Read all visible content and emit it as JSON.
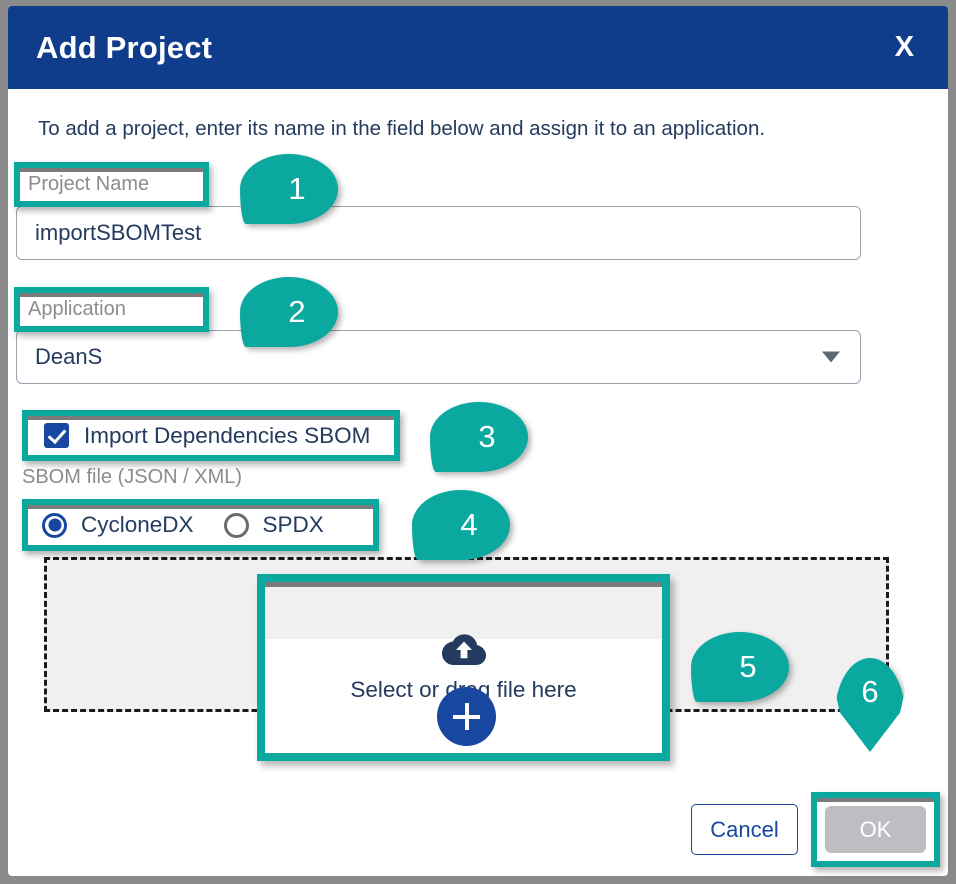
{
  "dialog": {
    "title": "Add Project",
    "close_label": "X",
    "intro": "To add a project, enter its name in the field below and assign it to an application."
  },
  "fields": {
    "project_name": {
      "label": "Project Name",
      "value": "importSBOMTest",
      "placeholder": ""
    },
    "application": {
      "label": "Application",
      "value": "DeanS",
      "options": [
        "DeanS"
      ],
      "arrow_icon": "chevron-down-icon"
    },
    "import_dependencies": {
      "label": "Import Dependencies SBOM",
      "checked": true
    },
    "sbom_file": {
      "label": "SBOM file (JSON / XML)",
      "options": [
        {
          "label": "CycloneDX",
          "selected": true
        },
        {
          "label": "SPDX",
          "selected": false
        }
      ]
    },
    "dropzone": {
      "icon": "cloud-upload-icon",
      "text": "Select or drag file here",
      "add_icon": "plus-icon"
    }
  },
  "footer": {
    "cancel_label": "Cancel",
    "ok_label": "OK",
    "ok_disabled": true
  },
  "callouts": [
    {
      "number": "1",
      "shape": "left-teardrop"
    },
    {
      "number": "2",
      "shape": "left-teardrop"
    },
    {
      "number": "3",
      "shape": "left-teardrop"
    },
    {
      "number": "4",
      "shape": "left-teardrop"
    },
    {
      "number": "5",
      "shape": "left-teardrop"
    },
    {
      "number": "6",
      "shape": "down-pin"
    }
  ],
  "colors": {
    "header_blue": "#0f3d8c",
    "accent_blue": "#17479e",
    "highlight_teal": "#0ba8a0",
    "frame_grey": "#8a8a8a",
    "disabled_grey": "#bcbec2",
    "label_grey": "#8c8c8c",
    "text_navy": "#243a5e"
  }
}
